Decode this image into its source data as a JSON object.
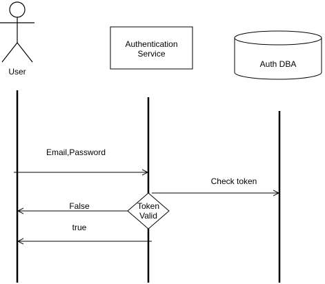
{
  "participants": {
    "user": {
      "label": "User"
    },
    "auth_service": {
      "line1": "Authentication",
      "line2": "Service"
    },
    "auth_db": {
      "label": "Auth DBA"
    }
  },
  "messages": {
    "credentials": "Email,Password",
    "check_token": "Check token",
    "false_reply": "False",
    "true_reply": "true"
  },
  "decision": {
    "line1": "Token",
    "line2": "Valid"
  },
  "colors": {
    "stroke": "#000000",
    "fill": "#ffffff"
  }
}
